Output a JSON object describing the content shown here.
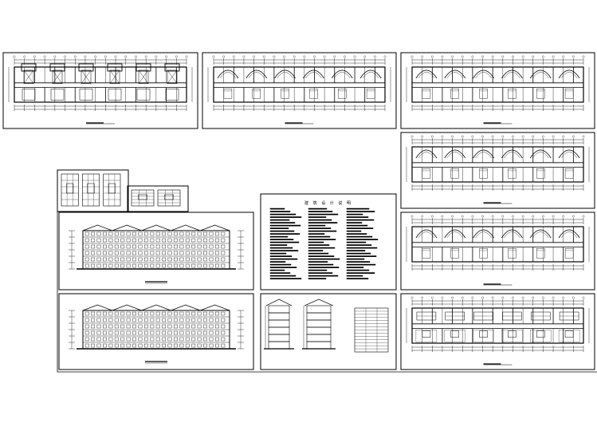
{
  "canvas": {
    "background": "#ffffff",
    "line_color": "#000000"
  },
  "sheets": [
    {
      "id": "plan-ground",
      "kind": "plan",
      "style": "bay",
      "title": ""
    },
    {
      "id": "plan-typical-1",
      "kind": "plan",
      "style": "arch",
      "title": ""
    },
    {
      "id": "plan-typical-2",
      "kind": "plan",
      "style": "arch",
      "title": ""
    },
    {
      "id": "plan-typical-3",
      "kind": "plan",
      "style": "arch",
      "title": ""
    },
    {
      "id": "plan-typical-4",
      "kind": "plan",
      "style": "arch",
      "title": ""
    },
    {
      "id": "plan-roof",
      "kind": "plan",
      "style": "roof",
      "title": ""
    },
    {
      "id": "detail-left",
      "kind": "detail",
      "title": ""
    },
    {
      "id": "detail-right",
      "kind": "detail",
      "title": ""
    },
    {
      "id": "elevation-front",
      "kind": "elevation",
      "floors": 6,
      "title": ""
    },
    {
      "id": "elevation-rear",
      "kind": "elevation",
      "floors": 6,
      "title": ""
    },
    {
      "id": "design-notes",
      "kind": "notes",
      "title": "建 筑 设 计 说 明"
    },
    {
      "id": "sections",
      "kind": "section",
      "title": ""
    }
  ]
}
